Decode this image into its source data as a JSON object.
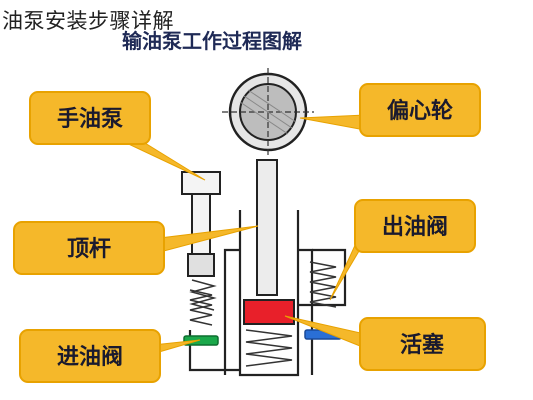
{
  "page": {
    "heading": "油泵安装步骤详解",
    "diagram_title": "输油泵工作过程图解"
  },
  "labels": {
    "hand_pump": "手油泵",
    "cam": "偏心轮",
    "push_rod": "顶杆",
    "outlet_valve": "出油阀",
    "inlet_valve": "进油阀",
    "piston": "活塞"
  },
  "colors": {
    "label_box": "#f5b82a",
    "label_border": "#e8a200",
    "piston": "#e8202a",
    "inlet_valve_disc": "#1aa84a",
    "outlet_valve_disc": "#2a6fd6"
  }
}
